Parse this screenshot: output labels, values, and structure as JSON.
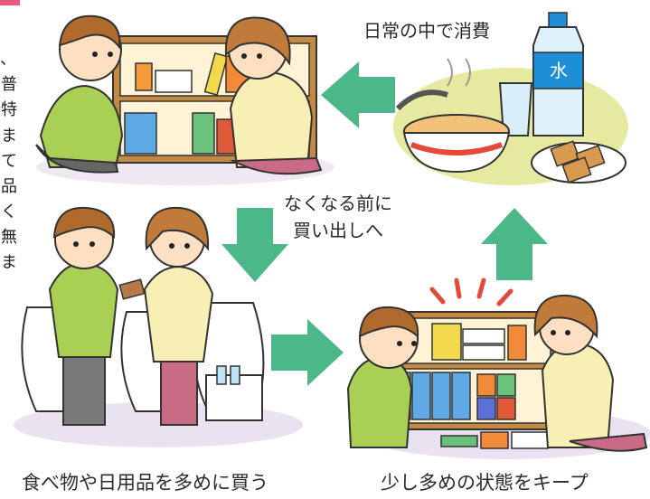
{
  "captions": {
    "consume": "日常の中で消費",
    "before_run_out_line1": "なくなる前に",
    "before_run_out_line2": "買い出しへ",
    "buy_more": "食べ物や日用品を多めに買う",
    "keep_more": "少し多めの状態をキープ"
  },
  "water_bottle_label": "水",
  "side_text_chars": [
    "、",
    "普",
    "特",
    "ま",
    "て",
    "品",
    "く",
    "無",
    "ま"
  ],
  "colors": {
    "arrow": "#4cb88a",
    "table_plate": "#e6eaa0",
    "floor_shadow": "#e9e3f1",
    "shelf": "#a97b3b",
    "man_sweater": "#a9cf55",
    "woman_shirt": "#f8efb4",
    "woman_pants": "#c96b84",
    "water_cap": "#1e8fd6",
    "alert_red": "#e34a3a"
  }
}
